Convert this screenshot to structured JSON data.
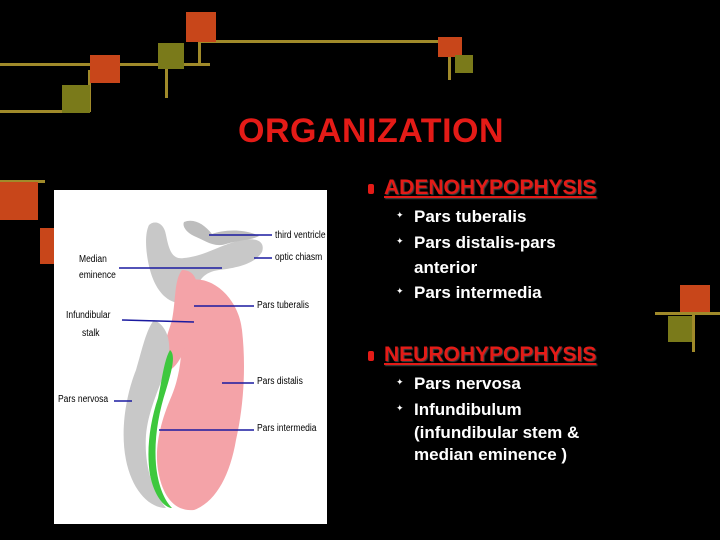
{
  "title": "ORGANIZATION",
  "sections": [
    {
      "heading": "ADENOHYPOPHYSIS",
      "items": [
        "Pars tuberalis",
        "Pars distalis-pars",
        "anterior",
        "Pars intermedia"
      ]
    },
    {
      "heading": "NEUROHYPOPHYSIS",
      "items": [
        "Pars nervosa",
        "Infundibulum",
        "(infundibular stem &",
        "median eminence )"
      ]
    }
  ],
  "diagram": {
    "labels": {
      "third_ventricle": "third ventricle",
      "optic_chiasm": "optic chiasm",
      "median_eminence_1": "Median",
      "median_eminence_2": "eminence",
      "pars_tuberalis": "Pars tuberalis",
      "infundibular_1": "Infundibular",
      "infundibular_2": "stalk",
      "pars_distalis": "Pars distalis",
      "pars_nervosa": "Pars nervosa",
      "pars_intermedia": "Pars intermedia"
    }
  },
  "colors": {
    "background": "#000000",
    "accent_red": "#e41b17",
    "deco_orange": "#c8461a",
    "deco_olive": "#7a7a1a",
    "deco_line": "#a08a2a",
    "pink": "#f4a3a8",
    "gray": "#c8c8c8",
    "green": "#3ec83e"
  }
}
